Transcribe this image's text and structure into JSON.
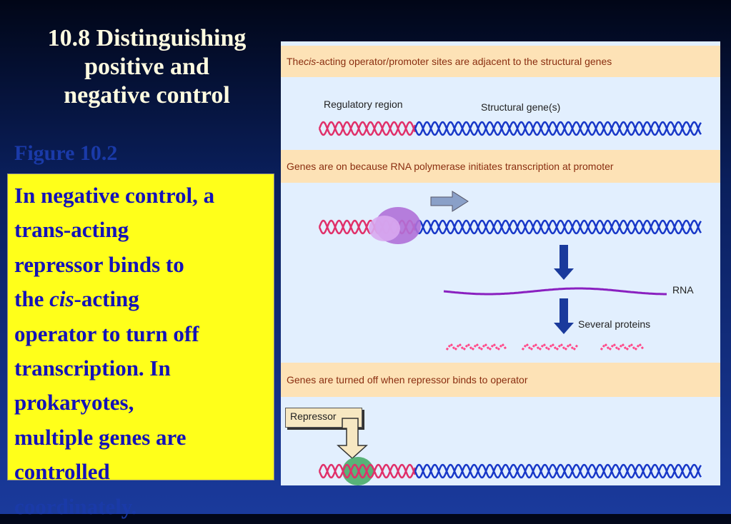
{
  "slide": {
    "title_lines": [
      "10.8 Distinguishing",
      "positive and",
      "negative control"
    ],
    "figure_label": "Figure 10.2",
    "body": {
      "lines": [
        "In negative control, a",
        "trans-acting",
        "repressor binds to",
        "the ",
        "operator to turn off",
        "transcription. In",
        "prokaryotes,",
        "multiple genes are",
        "controlled",
        "coordinately."
      ],
      "cis_word": "cis",
      "acting_suffix": "-acting"
    }
  },
  "diagram": {
    "band1": {
      "prefix": "The ",
      "cis": "cis",
      "rest": "-acting operator/promoter sites are adjacent to the structural genes"
    },
    "band2": "Genes are on because RNA polymerase initiates transcription at promoter",
    "band3": "Genes are turned off when repressor binds to operator",
    "regulatory_region": "Regulatory region",
    "structural_genes": "Structural gene(s)",
    "rna_label": "RNA",
    "proteins_label": "Several proteins",
    "repressor_label": "Repressor",
    "colors": {
      "regulatory_dna": "#e0306a",
      "structural_dna": "#1838c8",
      "polymerase": "#b070d8",
      "rna": "#8a20c0",
      "protein": "#ff4a8a",
      "repressor": "#40a860"
    }
  }
}
